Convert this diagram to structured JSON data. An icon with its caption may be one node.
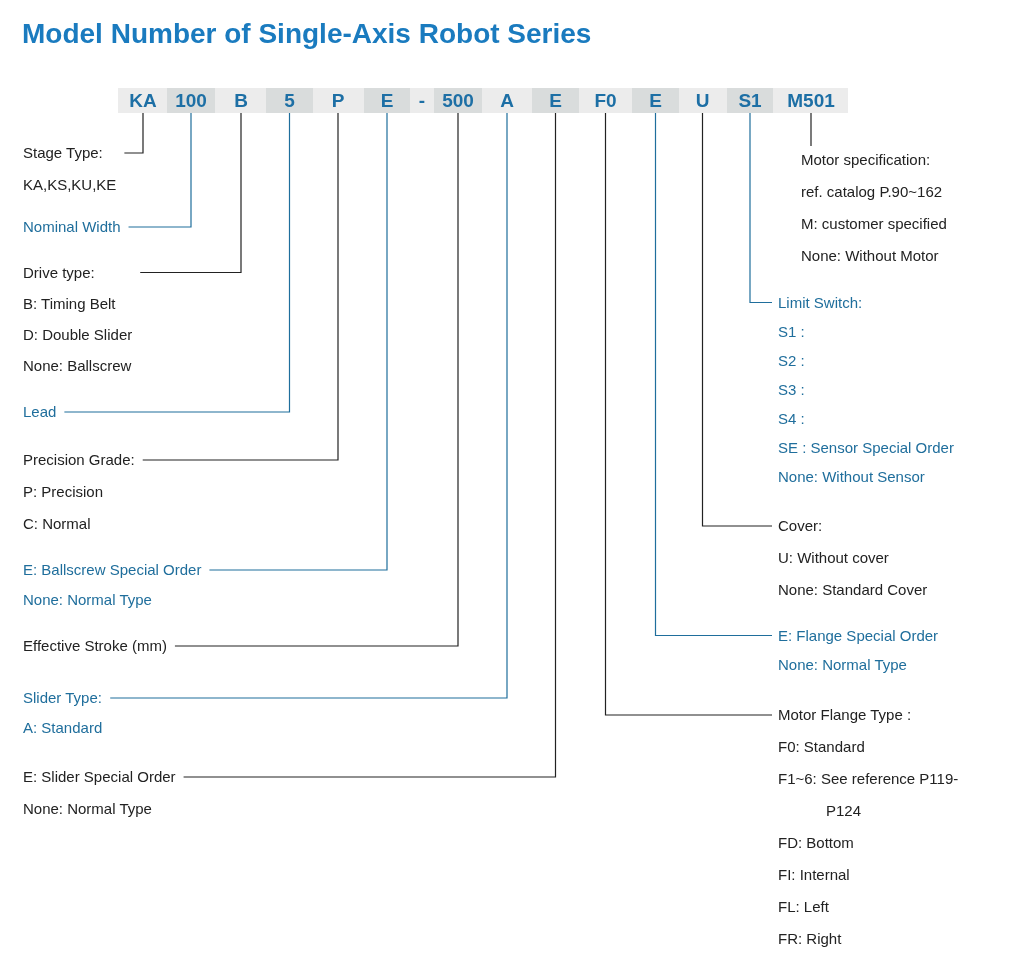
{
  "diagram": {
    "title": "Model Number of Single-Axis Robot Series",
    "nodes": [
      {
        "text": [
          "KA"
        ]
      },
      {
        "text": [
          "100"
        ]
      },
      {
        "text": [
          "B"
        ]
      },
      {
        "text": [
          "5"
        ]
      },
      {
        "text": [
          "P"
        ]
      },
      {
        "text": [
          "E"
        ]
      },
      {
        "text": [
          "500"
        ]
      },
      {
        "text": [
          "A"
        ]
      },
      {
        "text": [
          "E"
        ]
      },
      {
        "text": [
          "F0"
        ]
      },
      {
        "text": [
          "E"
        ]
      },
      {
        "text": [
          "U"
        ]
      },
      {
        "text": [
          "S1"
        ]
      },
      {
        "text": [
          "M501"
        ]
      },
      {
        "text": [
          "Stage Type:",
          "KA,KS,KU,KE"
        ]
      },
      {
        "text": [
          "Nominal Width"
        ]
      },
      {
        "text": [
          "Drive type:",
          "B: Timing Belt",
          "D: Double Slider",
          "None: Ballscrew"
        ]
      },
      {
        "text": [
          "Lead"
        ]
      },
      {
        "text": [
          "Precision Grade:",
          "P: Precision",
          "C: Normal"
        ]
      },
      {
        "text": [
          "E: Ballscrew Special Order",
          "None: Normal Type"
        ]
      },
      {
        "text": [
          "Effective Stroke (mm)"
        ]
      },
      {
        "text": [
          "Slider Type:",
          "A: Standard"
        ]
      },
      {
        "text": [
          "E: Slider Special Order",
          "None: Normal Type"
        ]
      },
      {
        "text": [
          "Motor specification:",
          "ref. catalog P.90~162",
          "M: customer specified",
          "None: Without Motor"
        ]
      },
      {
        "text": [
          "Limit Switch:",
          "S1 :",
          "S2 :",
          "S3 :",
          "S4 :",
          "SE : Sensor Special Order",
          "None: Without Sensor"
        ]
      },
      {
        "text": [
          "Cover:",
          "U: Without cover",
          "None: Standard Cover"
        ]
      },
      {
        "text": [
          "E: Flange Special Order",
          "None: Normal Type"
        ]
      },
      {
        "text": [
          "Motor Flange Type :",
          "F0: Standard",
          "F1~6: See reference P119-P124",
          "FD: Bottom",
          "FI: Internal",
          "FL: Left",
          "FR: Right"
        ]
      }
    ],
    "edges": [
      {
        "from": 14,
        "to": 0,
        "arrow": "none"
      },
      {
        "from": 15,
        "to": 1,
        "arrow": "none",
        "color": "#1f6e9c"
      },
      {
        "from": 16,
        "to": 2,
        "arrow": "none"
      },
      {
        "from": 17,
        "to": 3,
        "arrow": "none",
        "color": "#1f6e9c"
      },
      {
        "from": 18,
        "to": 4,
        "arrow": "none"
      },
      {
        "from": 19,
        "to": 5,
        "arrow": "none",
        "color": "#1f6e9c"
      },
      {
        "from": 20,
        "to": 6,
        "arrow": "none"
      },
      {
        "from": 21,
        "to": 7,
        "arrow": "none",
        "color": "#1f6e9c"
      },
      {
        "from": 22,
        "to": 8,
        "arrow": "none"
      },
      {
        "from": 23,
        "to": 13,
        "arrow": "none"
      },
      {
        "from": 24,
        "to": 12,
        "arrow": "none",
        "color": "#1f6e9c"
      },
      {
        "from": 25,
        "to": 11,
        "arrow": "none"
      },
      {
        "from": 26,
        "to": 10,
        "arrow": "none",
        "color": "#1f6e9c"
      },
      {
        "from": 27,
        "to": 9,
        "arrow": "none"
      }
    ],
    "labels": [
      "-"
    ]
  }
}
